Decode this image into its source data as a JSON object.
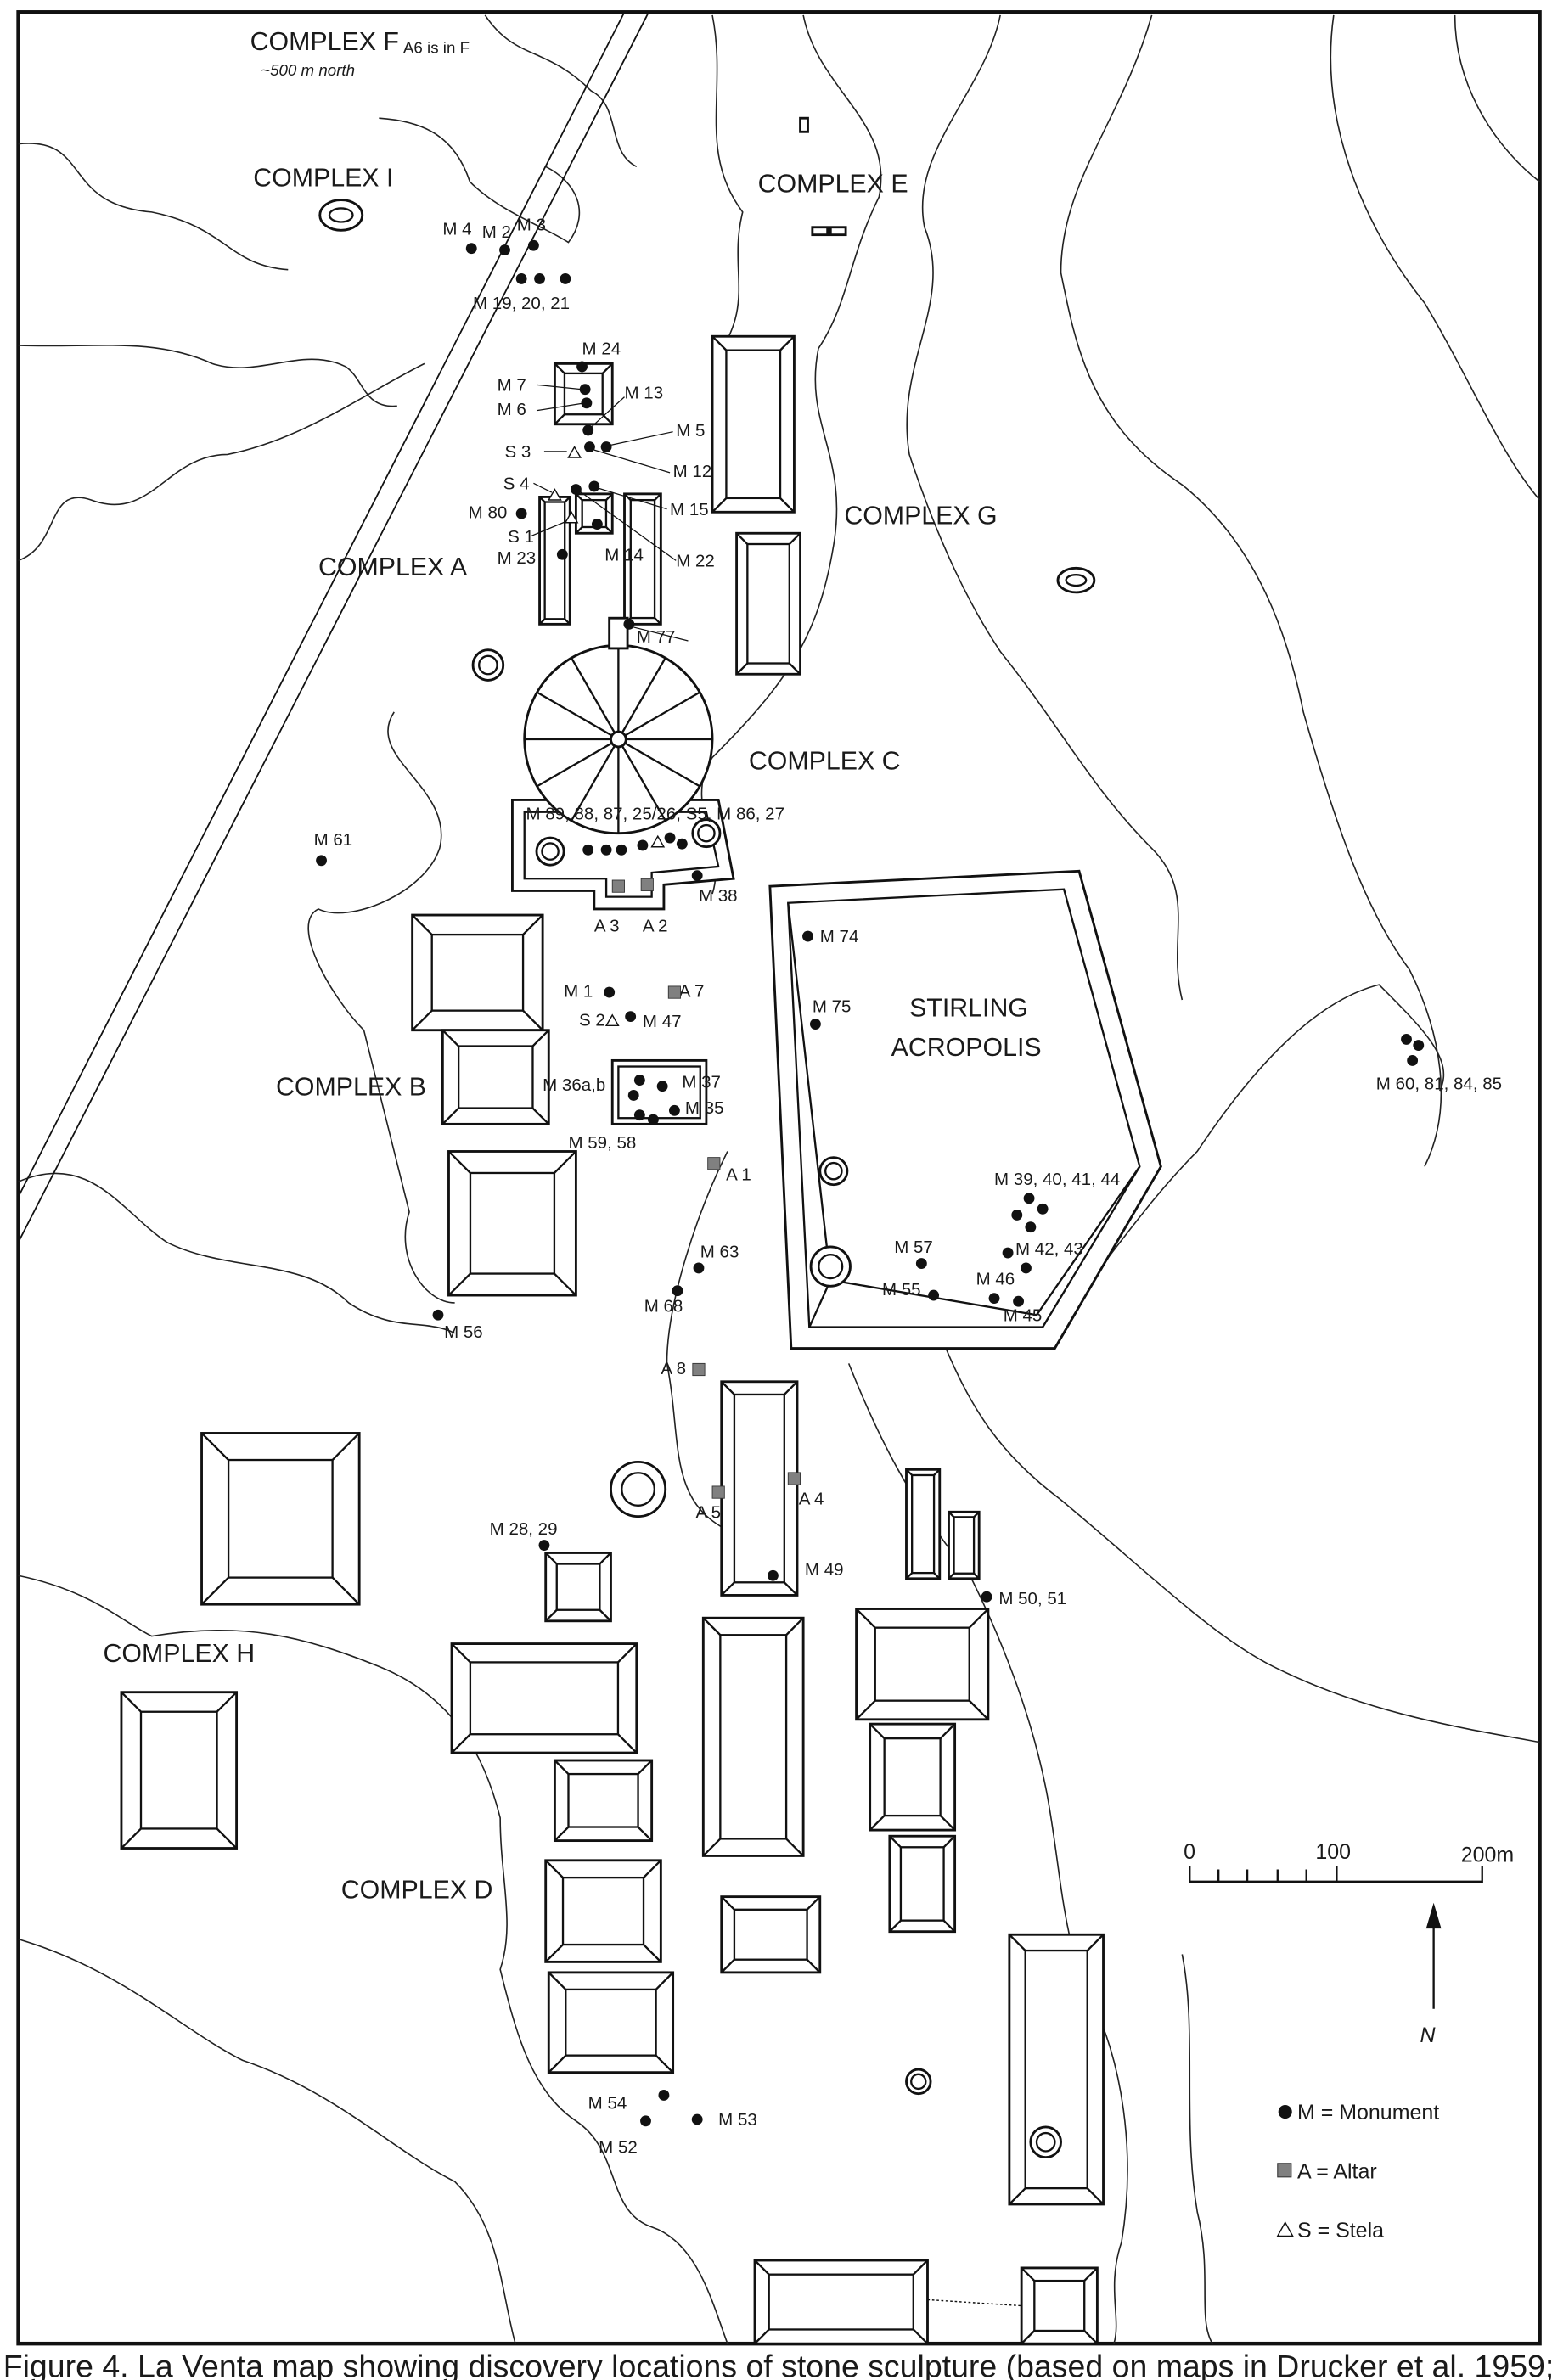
{
  "complexes": [
    "COMPLEX F",
    "COMPLEX I",
    "COMPLEX E",
    "COMPLEX G",
    "COMPLEX A",
    "COMPLEX C",
    "COMPLEX B",
    "COMPLEX H",
    "COMPLEX D"
  ],
  "acropolis": [
    "STIRLING",
    "ACROPOLIS"
  ],
  "notes": {
    "a6": "A6 is in F",
    "distance": "~500 m north"
  },
  "sculpture_labels": [
    "M 4",
    "M 2",
    "M 3",
    "M 19, 20, 21",
    "M 24",
    "M 7",
    "M 6",
    "M 13",
    "M 5",
    "S 3",
    "M 12",
    "S 4",
    "M 15",
    "M 80",
    "S 1",
    "M 22",
    "M 23",
    "M 14",
    "M 77",
    "M 61",
    "M 89, 88, 87, 25/26, S5, M 86, 27",
    "M 38",
    "A 3",
    "A 2",
    "M 74",
    "M 1",
    "A 7",
    "S 2",
    "M 47",
    "M 75",
    "M 36a,b",
    "M 37",
    "M 35",
    "M 59, 58",
    "A 1",
    "M 39, 40, 41, 44",
    "M 57",
    "M 63",
    "M 42, 43",
    "M 55",
    "M 46",
    "M 68",
    "M 45",
    "M 56",
    "M 60, 81, 84, 85",
    "A 8",
    "A 5",
    "A 4",
    "M 28, 29",
    "M 49",
    "M 50, 51",
    "M 54",
    "M 53",
    "M 52"
  ],
  "scale": {
    "zero": "0",
    "mid": "100",
    "end": "200m"
  },
  "north": "N",
  "legend": [
    {
      "symbol": "monument",
      "text": "M = Monument"
    },
    {
      "symbol": "altar",
      "text": "A = Altar"
    },
    {
      "symbol": "stela",
      "text": "S = Stela"
    }
  ],
  "colors": {
    "monument": "#111111",
    "altar": "#808080",
    "stela": "#ffffff",
    "line": "#111111"
  },
  "caption": "Figure 4. La Venta map showing  discovery locations of stone sculpture (based on maps in Drucker et al. 1959;"
}
